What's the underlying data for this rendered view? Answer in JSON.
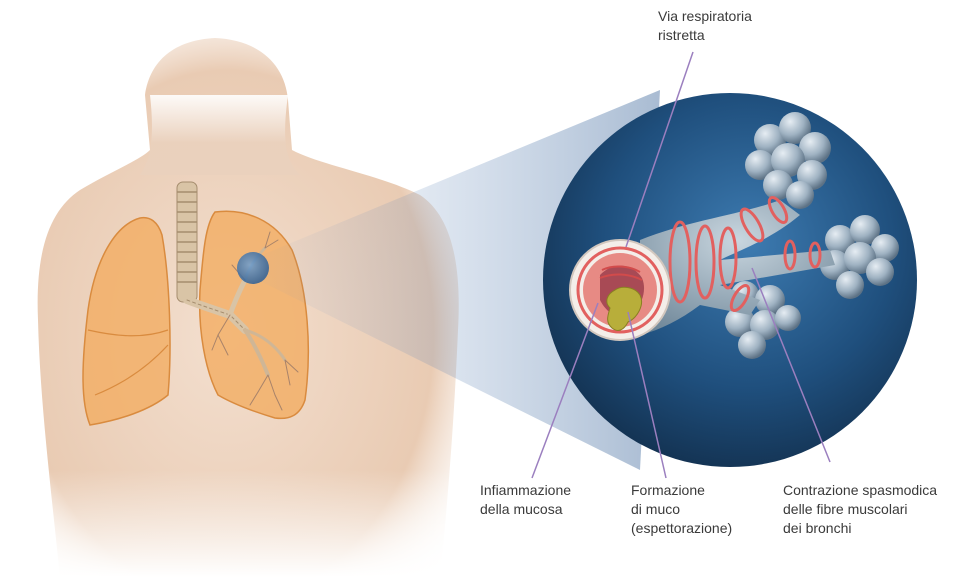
{
  "labels": {
    "narrowed_airway": [
      "Via respiratoria",
      "ristretta"
    ],
    "mucosa_inflammation": [
      "Infiammazione",
      "della mucosa"
    ],
    "mucus_formation": [
      "Formazione",
      "di muco",
      "(espettorazione)"
    ],
    "muscle_contraction": [
      "Contrazione spasmodica",
      "delle fibre muscolari",
      "dei bronchi"
    ]
  },
  "colors": {
    "leader_line": "#9b7fbf",
    "lung": "#f2ac62",
    "muscle_band": "#e2605f",
    "mucus": "#b8ae3a",
    "alveoli": "#9fb2c2",
    "zoom_circle": "#1e4770"
  }
}
